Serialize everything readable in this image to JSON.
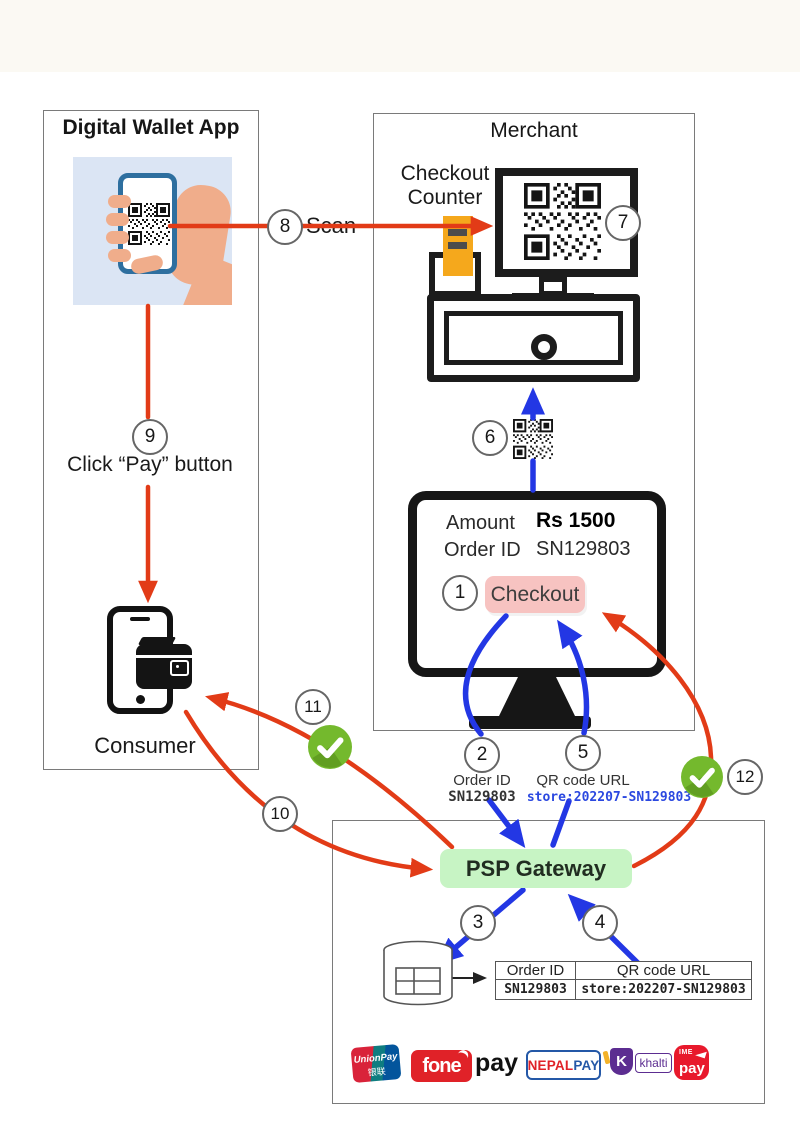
{
  "wallet_panel": {
    "title": "Digital Wallet App",
    "consumer_label": "Consumer"
  },
  "merchant_panel": {
    "title": "Merchant",
    "counter_line1": "Checkout",
    "counter_line2": "Counter"
  },
  "monitor": {
    "amount_label": "Amount",
    "amount_value": "Rs 1500",
    "order_id_label": "Order ID",
    "order_id_value": "SN129803",
    "checkout_button_label": "Checkout"
  },
  "steps": [
    "1",
    "2",
    "3",
    "4",
    "5",
    "6",
    "7",
    "8",
    "9",
    "10",
    "11",
    "12"
  ],
  "flow_labels": {
    "scan": "Scan",
    "click_pay": "Click “Pay” button",
    "step2_title": "Order ID",
    "step2_value": "SN129803",
    "step5_title": "QR code URL",
    "step5_value": "store:202207-SN129803"
  },
  "psp": {
    "label": "PSP Gateway"
  },
  "mapping_table": {
    "headers": [
      "Order ID",
      "QR code URL"
    ],
    "row": [
      "SN129803",
      "store:202207-SN129803"
    ]
  },
  "logos": {
    "unionpay": {
      "name": "UnionPay",
      "cn": "银联"
    },
    "fonepay": {
      "fone": "fone",
      "pay": "pay"
    },
    "nepalpay": {
      "nepal": "NEPAL",
      "pay": "PAY"
    },
    "khalti": {
      "k": "K",
      "text": "khalti"
    },
    "imepay": {
      "ime": "IME",
      "pay": "pay"
    }
  },
  "colors": {
    "arrow_red": "#e23b17",
    "arrow_blue": "#2337e4",
    "check_green": "#74b92d",
    "psp_bg": "#c7f4c4",
    "checkout_pink": "#f7c3c1",
    "receipt_yellow": "#f5a81c"
  }
}
